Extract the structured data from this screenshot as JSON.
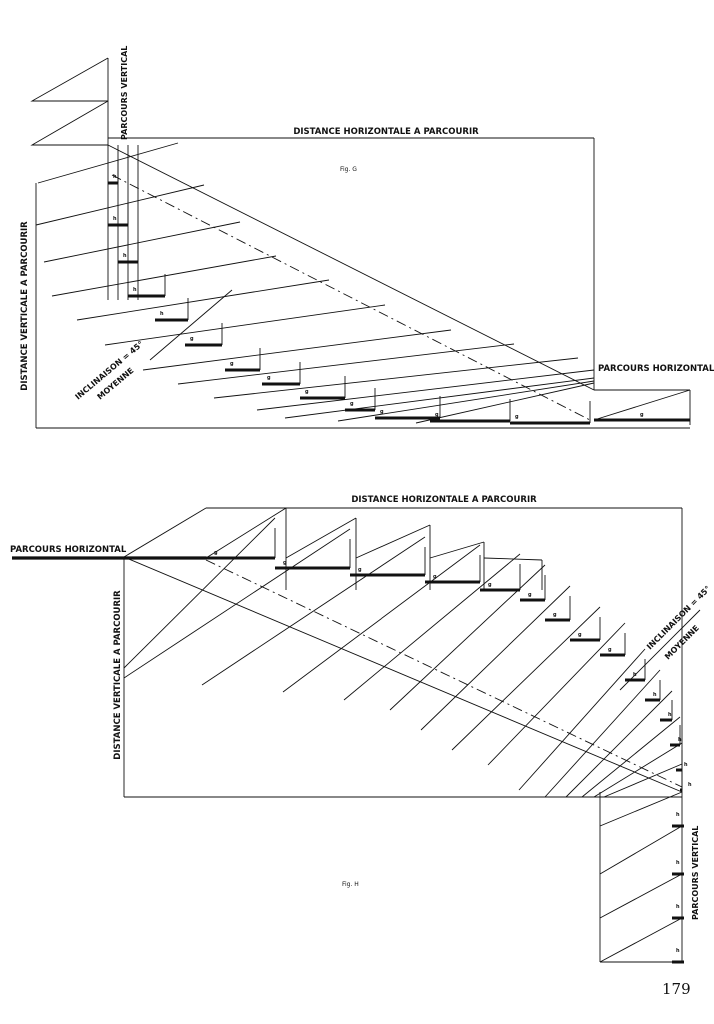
{
  "figures": {
    "g": {
      "caption": "Fig. G",
      "distance_horizontale": "DISTANCE HORIZONTALE A PARCOURIR",
      "distance_verticale": "DISTANCE VERTICALE A PARCOURIR",
      "parcours_vertical": "PARCOURS VERTICAL",
      "parcours_horizontal": "PARCOURS HORIZONTAL",
      "inclinaison": "INCLINAISON = 45°",
      "moyenne": "MOYENNE",
      "riser_mark": "h",
      "tread_mark": "g"
    },
    "h": {
      "caption": "Fig. H",
      "distance_horizontale": "DISTANCE HORIZONTALE A PARCOURIR",
      "distance_verticale": "DISTANCE VERTICALE A PARCOURIR",
      "parcours_vertical": "PARCOURS VERTICAL",
      "parcours_horizontal": "PARCOURS HORIZONTAL",
      "inclinaison": "INCLINAISON = 45°",
      "moyenne": "MOYENNE",
      "riser_mark": "h",
      "tread_mark": "g"
    }
  },
  "page_number": "179"
}
